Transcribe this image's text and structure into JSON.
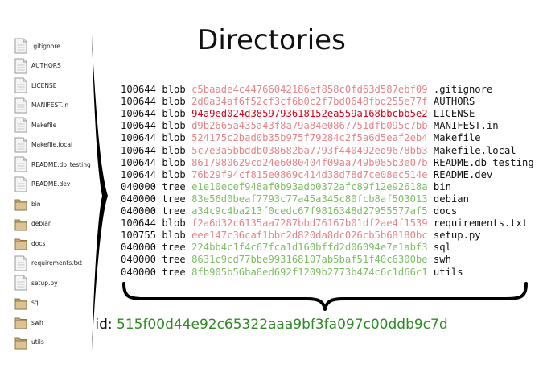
{
  "title": "Directories",
  "files": [
    {
      "name": ".gitignore",
      "kind": "file"
    },
    {
      "name": "AUTHORS",
      "kind": "file"
    },
    {
      "name": "LICENSE",
      "kind": "file"
    },
    {
      "name": "MANIFEST.in",
      "kind": "file"
    },
    {
      "name": "Makefile",
      "kind": "file"
    },
    {
      "name": "Makefile.local",
      "kind": "file"
    },
    {
      "name": "README.db_testing",
      "kind": "file"
    },
    {
      "name": "README.dev",
      "kind": "file"
    },
    {
      "name": "bin",
      "kind": "folder"
    },
    {
      "name": "debian",
      "kind": "folder"
    },
    {
      "name": "docs",
      "kind": "folder"
    },
    {
      "name": "requirements.txt",
      "kind": "file"
    },
    {
      "name": "setup.py",
      "kind": "file"
    },
    {
      "name": "sql",
      "kind": "folder"
    },
    {
      "name": "swh",
      "kind": "folder"
    },
    {
      "name": "utils",
      "kind": "folder"
    }
  ],
  "entries": [
    {
      "mode": "100644",
      "type": "blob",
      "hash": "c5baade4c44766042186ef858c0fd63d587ebf09",
      "name": ".gitignore"
    },
    {
      "mode": "100644",
      "type": "blob",
      "hash": "2d0a34af6f52cf3cf6b0c2f7bd0648fbd255e77f",
      "name": "AUTHORS"
    },
    {
      "mode": "100644",
      "type": "blob",
      "hash": "94a9ed024d3859793618152ea559a168bbcbb5e2",
      "name": "LICENSE",
      "highlight": true
    },
    {
      "mode": "100644",
      "type": "blob",
      "hash": "d9b2665a435a43f8a79a84e0867751dfb095c7bb",
      "name": "MANIFEST.in"
    },
    {
      "mode": "100644",
      "type": "blob",
      "hash": "524175c2bad0b35b975f79284c2f5a6d5eaf2eb4",
      "name": "Makefile"
    },
    {
      "mode": "100644",
      "type": "blob",
      "hash": "5c7e3a5bbddb038682ba7793f440492ed9678bb3",
      "name": "Makefile.local"
    },
    {
      "mode": "100644",
      "type": "blob",
      "hash": "8617980629cd24e6080404f09aa749b085b3e07b",
      "name": "README.db_testing"
    },
    {
      "mode": "100644",
      "type": "blob",
      "hash": "76b29f94cf815e0869c414d38d78d7ce08ec514e",
      "name": "README.dev"
    },
    {
      "mode": "040000",
      "type": "tree",
      "hash": "e1e10ecef948af0b93adb0372afc89f12e92618a",
      "name": "bin"
    },
    {
      "mode": "040000",
      "type": "tree",
      "hash": "83e56d0beaf7793c77a45a345c80fcb8af503013",
      "name": "debian"
    },
    {
      "mode": "040000",
      "type": "tree",
      "hash": "a34c9c4ba213f0cedc67f9816348d27955577af5",
      "name": "docs"
    },
    {
      "mode": "100644",
      "type": "blob",
      "hash": "f2a6d32c6135aa7287bbd76167b01df2ae4f1539",
      "name": "requirements.txt"
    },
    {
      "mode": "100755",
      "type": "blob",
      "hash": "eee147c36caf1bbc2d820da8dc026cb5b68180bc",
      "name": "setup.py"
    },
    {
      "mode": "040000",
      "type": "tree",
      "hash": "224bb4c1f4c67fca1d160bffd2d06094e7e1abf3",
      "name": "sql"
    },
    {
      "mode": "040000",
      "type": "tree",
      "hash": "8631c9cd77bbe993168107ab5baf51f40c6300be",
      "name": "swh"
    },
    {
      "mode": "040000",
      "type": "tree",
      "hash": "8fb905b56ba8ed692f1209b2773b474c6c1d66c1",
      "name": "utils"
    }
  ],
  "id": {
    "label": "id:",
    "value": "515f00d44e92c65322aaa9bf3fa097c00ddb9c7d"
  },
  "colors": {
    "blob_hash": "#e8858a",
    "tree_hash": "#7dbf63",
    "highlight_hash": "#e0001b",
    "id_value": "#2e8b24"
  }
}
